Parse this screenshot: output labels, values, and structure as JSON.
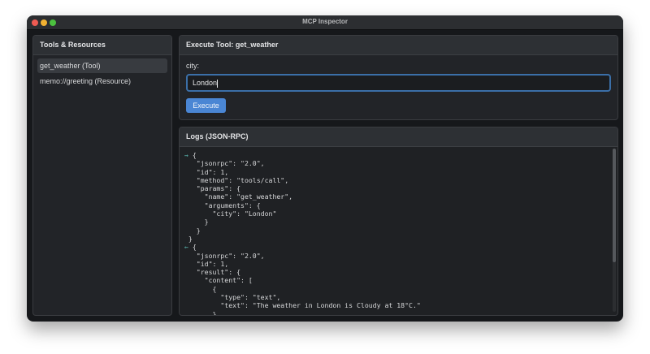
{
  "window": {
    "title": "MCP Inspector"
  },
  "sidebar": {
    "title": "Tools & Resources",
    "items": [
      {
        "label": "get_weather (Tool)",
        "active": true
      },
      {
        "label": "memo://greeting (Resource)",
        "active": false
      }
    ]
  },
  "execute": {
    "title": "Execute Tool: get_weather",
    "field_label": "city:",
    "field_value": "London",
    "button_label": "Execute"
  },
  "logs": {
    "title": "Logs (JSON-RPC)",
    "request_arrow": "→",
    "response_arrow": "←",
    "request_lines": [
      " {",
      "   \"jsonrpc\": \"2.0\",",
      "   \"id\": 1,",
      "   \"method\": \"tools/call\",",
      "   \"params\": {",
      "     \"name\": \"get_weather\",",
      "     \"arguments\": {",
      "       \"city\": \"London\"",
      "     }",
      "   }",
      " }"
    ],
    "response_lines": [
      " {",
      "   \"jsonrpc\": \"2.0\",",
      "   \"id\": 1,",
      "   \"result\": {",
      "     \"content\": [",
      "       {",
      "         \"type\": \"text\",",
      "         \"text\": \"The weather in London is Cloudy at 18°C.\"",
      "       }",
      "     ]",
      "   }"
    ]
  }
}
